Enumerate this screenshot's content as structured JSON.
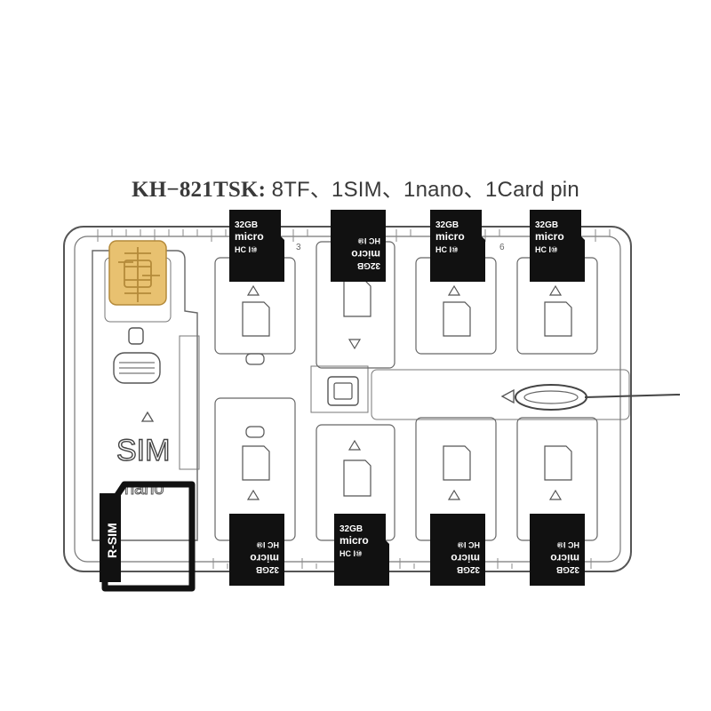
{
  "title": {
    "model": "KH−821TSK:",
    "spec": "8TF、1SIM、1nano、1Card pin"
  },
  "case_labels": {
    "sim_slot": "SIM",
    "nano_slot": "nano",
    "r_sim": "R-SIM",
    "ruler_ticks": [
      "3",
      "6"
    ]
  },
  "microsd_card": {
    "capacity": "32GB",
    "brand": "micro",
    "class_marks": "HC I⑩",
    "count": 8
  },
  "colors": {
    "outline": "#555555",
    "card_fill": "#111111",
    "sim_chip": "#e8c170",
    "sim_chip_stroke": "#b48a3a"
  },
  "icons": [
    "microsd-card-icon",
    "sim-chip-icon",
    "card-pin-icon",
    "arrow-up-icon",
    "arrow-down-icon",
    "arrow-left-icon"
  ]
}
